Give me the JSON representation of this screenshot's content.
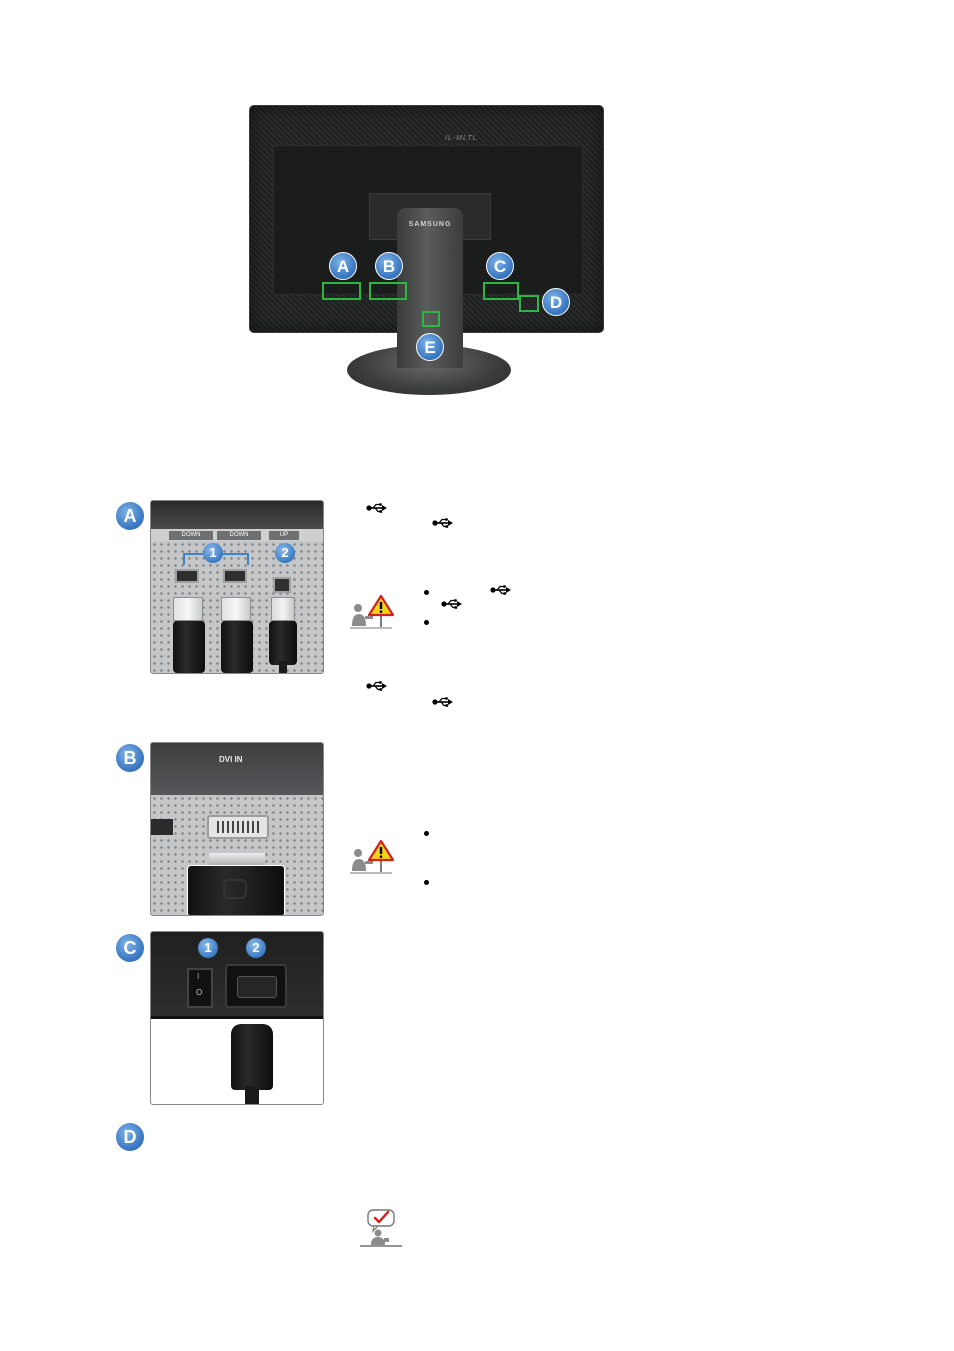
{
  "monitor": {
    "brand": "SAMSUNG",
    "model_mark": "IL-MLTL",
    "callouts": [
      "A",
      "B",
      "C",
      "D",
      "E"
    ]
  },
  "sections": [
    {
      "marker": "A",
      "photo_labels": [
        "DOWN",
        "DOWN",
        "UP"
      ],
      "photo_numbers": [
        "1",
        "2"
      ]
    },
    {
      "marker": "B",
      "photo_labels": [
        "DVI IN"
      ]
    },
    {
      "marker": "C",
      "photo_numbers": [
        "1",
        "2"
      ],
      "switch_labels": [
        "I",
        "O"
      ]
    },
    {
      "marker": "D"
    }
  ],
  "icons": {
    "usb": "usb-symbol-icon",
    "caution": "caution-person-icon",
    "note": "note-check-person-icon"
  },
  "colors": {
    "marker_blue": "#3a78c2",
    "highlight_green": "#2fb544",
    "caution_red": "#d0231f",
    "caution_yellow": "#f6d21b"
  }
}
